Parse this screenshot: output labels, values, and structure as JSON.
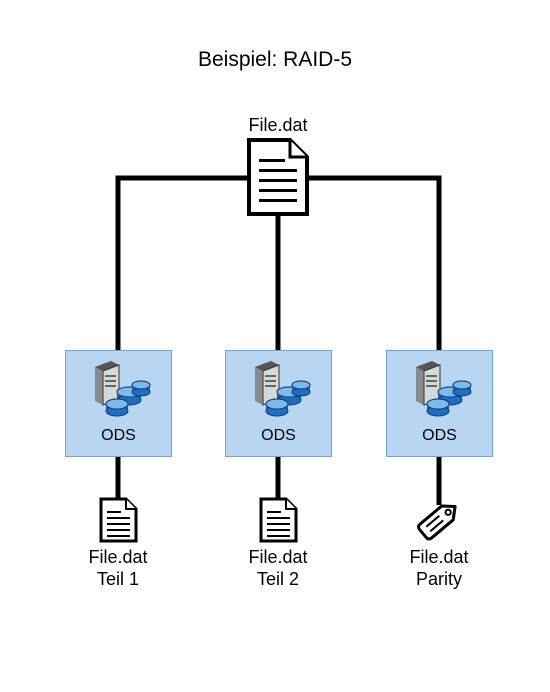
{
  "title": "Beispiel: RAID-5",
  "source_file": "File.dat",
  "servers": [
    {
      "label": "ODS",
      "icon": "server-storage-icon"
    },
    {
      "label": "ODS",
      "icon": "server-storage-icon"
    },
    {
      "label": "ODS",
      "icon": "server-storage-icon"
    }
  ],
  "outputs": [
    {
      "line1": "File.dat",
      "line2": "Teil 1",
      "icon": "document-icon"
    },
    {
      "line1": "File.dat",
      "line2": "Teil 2",
      "icon": "document-icon"
    },
    {
      "line1": "File.dat",
      "line2": "Parity",
      "icon": "tag-icon"
    }
  ],
  "colors": {
    "box_fill": "#b8d6f2",
    "box_border": "#6fa6d8",
    "lines": "#000000"
  }
}
